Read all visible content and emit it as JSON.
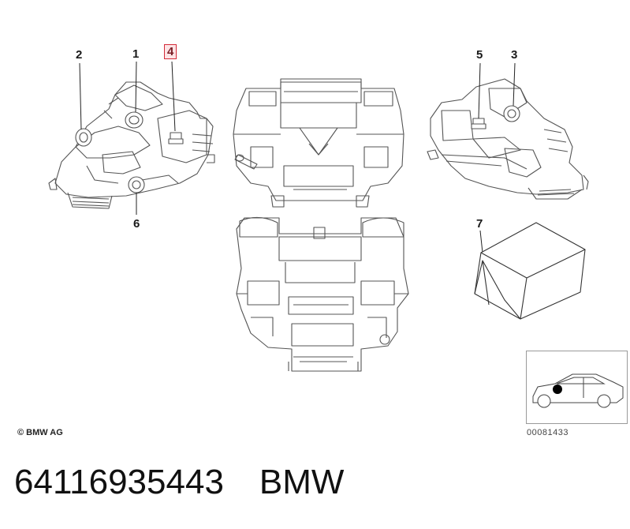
{
  "callouts": {
    "c1": "1",
    "c2": "2",
    "c3": "3",
    "c4": "4",
    "c5": "5",
    "c6": "6",
    "c7": "7"
  },
  "copyright": "© BMW AG",
  "diagram_code": "00081433",
  "footer": {
    "part_number": "64116935443",
    "brand": "BMW"
  },
  "colors": {
    "highlight_border": "#d42c3a",
    "highlight_fill": "#fde3e5",
    "line": "#555555",
    "callout_text": "#1a1a1a"
  }
}
